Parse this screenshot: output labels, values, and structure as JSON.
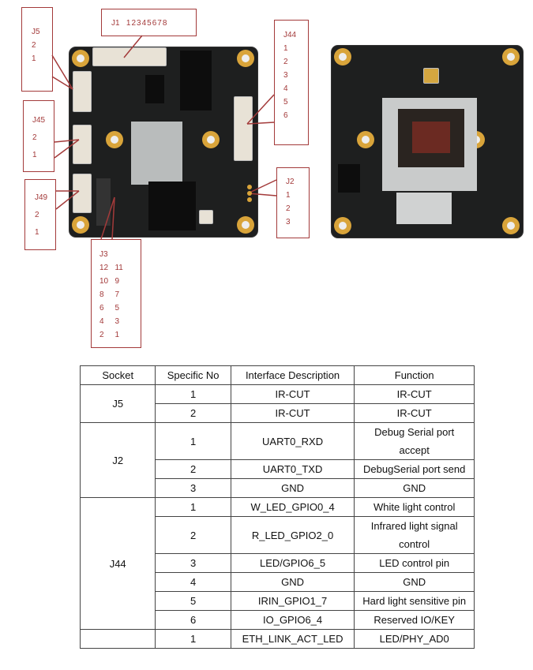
{
  "callouts": {
    "j5": {
      "label": "J5",
      "pins": [
        "2",
        "1"
      ]
    },
    "j1": {
      "label": "J1",
      "pins": "12345678"
    },
    "j44": {
      "label": "J44",
      "pins": [
        "1",
        "2",
        "3",
        "4",
        "5",
        "6"
      ]
    },
    "j45": {
      "label": "J45",
      "pins": [
        "2",
        "1"
      ]
    },
    "j49": {
      "label": "J49",
      "pins": [
        "2",
        "1"
      ]
    },
    "j2": {
      "label": "J2",
      "pins": [
        "1",
        "2",
        "3"
      ]
    },
    "j3": {
      "label": "J3",
      "pins": [
        "12   11",
        "10   9",
        "8     7",
        "6     5",
        "4     3",
        "2     1"
      ]
    }
  },
  "table": {
    "headers": [
      "Socket",
      "Specific No",
      "Interface Description",
      "Function"
    ],
    "groups": [
      {
        "socket": "J5",
        "rows": [
          [
            "1",
            "IR-CUT",
            "IR-CUT"
          ],
          [
            "2",
            "IR-CUT",
            "IR-CUT"
          ]
        ]
      },
      {
        "socket": "J2",
        "rows": [
          [
            "1",
            "UART0_RXD",
            "Debug Serial port accept"
          ],
          [
            "2",
            "UART0_TXD",
            "DebugSerial port send"
          ],
          [
            "3",
            "GND",
            "GND"
          ]
        ]
      },
      {
        "socket": "J44",
        "rows": [
          [
            "1",
            "W_LED_GPIO0_4",
            "White light control"
          ],
          [
            "2",
            "R_LED_GPIO2_0",
            "Infrared light signal control"
          ],
          [
            "3",
            "LED/GPIO6_5",
            "LED control pin"
          ],
          [
            "4",
            "GND",
            "GND"
          ],
          [
            "5",
            "IRIN_GPIO1_7",
            "Hard light sensitive pin"
          ],
          [
            "6",
            "IO_GPIO6_4",
            "Reserved IO/KEY"
          ]
        ]
      },
      {
        "socket": "",
        "rows": [
          [
            "1",
            "ETH_LINK_ACT_LED",
            "LED/PHY_AD0"
          ]
        ]
      }
    ]
  }
}
